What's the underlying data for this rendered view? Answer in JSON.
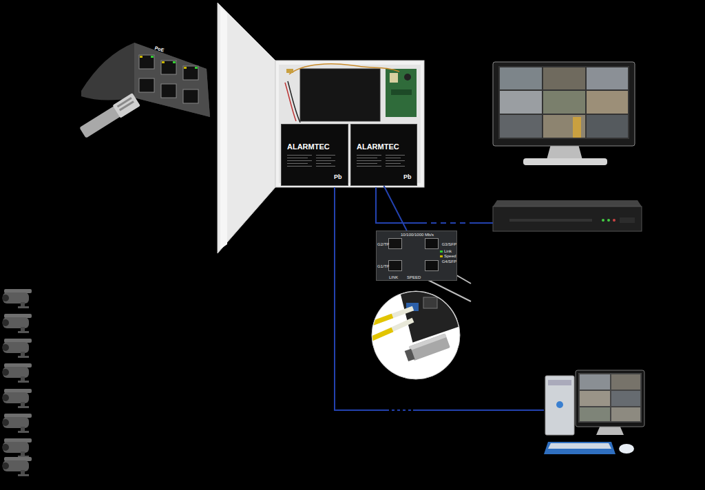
{
  "diagram": {
    "nodes": [
      {
        "text": [
          "ALARMTEC",
          "Pb"
        ]
      },
      {
        "text": [
          "ALARMTEC",
          "Pb"
        ]
      },
      {
        "text": [
          "10/100/1000 Mb/s",
          "G2/TP",
          "G1/TP",
          "G3/SFP",
          "G4/SFP",
          "Link",
          "Speed",
          "LINK",
          "SPEED"
        ]
      }
    ],
    "edges": [
      {
        "from": 1,
        "to": 2,
        "arrow": "none"
      }
    ],
    "labels": [
      "PoE"
    ]
  }
}
